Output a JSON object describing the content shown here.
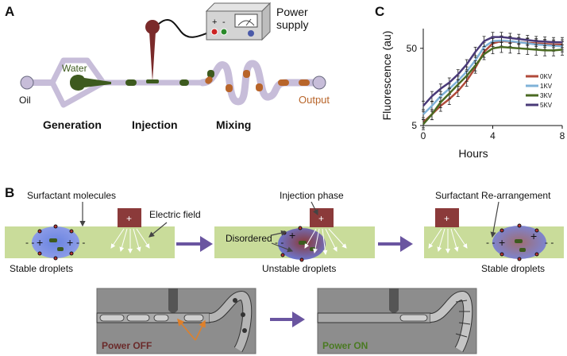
{
  "panel_a": {
    "label": "A",
    "oil": "Oil",
    "water": "Water",
    "power_supply": [
      "Power",
      "supply"
    ],
    "output": "Output",
    "stages": [
      "Generation",
      "Injection",
      "Mixing"
    ],
    "power_plus": "+",
    "power_minus": "-",
    "colors": {
      "channel": "#c7bdd9",
      "droplet_green": "#3d5a1e",
      "droplet_orange": "#b8652a",
      "electrode": "#7a2a2a"
    }
  },
  "panel_b": {
    "label": "B",
    "labels": {
      "surfactant": "Surfactant molecules",
      "electric_field": "Electric field",
      "stable1": "Stable droplets",
      "injection_phase": "Injection phase",
      "disordered": "Disordered",
      "unstable": "Unstable droplets",
      "rearrangement": "Surfactant Re-arrangement",
      "stable2": "Stable droplets"
    },
    "micrographs": {
      "off": "Power OFF",
      "on": "Power ON"
    },
    "colors": {
      "oil_band": "#c9dc9a",
      "electrode": "#8b3a3a",
      "arrow": "#6a55a0"
    }
  },
  "panel_c": {
    "label": "C"
  },
  "chart_data": {
    "type": "line",
    "xlabel": "Hours",
    "ylabel": "Fluorescence (au)",
    "yscale": "log",
    "xlim": [
      0,
      8
    ],
    "ylim": [
      5,
      90
    ],
    "xticks": [
      0,
      4,
      8
    ],
    "yticks": [
      5,
      50
    ],
    "legend_placement": "right",
    "x": [
      0,
      0.5,
      1,
      1.5,
      2,
      2.5,
      3,
      3.5,
      4,
      4.5,
      5,
      5.5,
      6,
      6.5,
      7,
      7.5,
      8
    ],
    "series": [
      {
        "name": "0KV",
        "color": "#b04a3a",
        "values": [
          5.5,
          7,
          9,
          11,
          14,
          19,
          28,
          45,
          58,
          62,
          61,
          60,
          59,
          58,
          57,
          56,
          56
        ]
      },
      {
        "name": "1KV",
        "color": "#7fb2d8",
        "values": [
          7,
          9,
          12,
          15,
          19,
          25,
          35,
          52,
          62,
          63,
          62,
          60,
          58,
          56,
          55,
          54,
          53
        ]
      },
      {
        "name": "3KV",
        "color": "#4a6a22",
        "values": [
          5.2,
          7,
          10,
          13,
          17,
          22,
          30,
          42,
          50,
          52,
          51,
          50,
          49,
          48,
          47,
          47,
          48
        ]
      },
      {
        "name": "5KV",
        "color": "#4a3a78",
        "values": [
          9,
          12,
          15,
          18,
          23,
          31,
          45,
          62,
          70,
          70,
          68,
          66,
          64,
          62,
          61,
          60,
          60
        ]
      }
    ]
  }
}
